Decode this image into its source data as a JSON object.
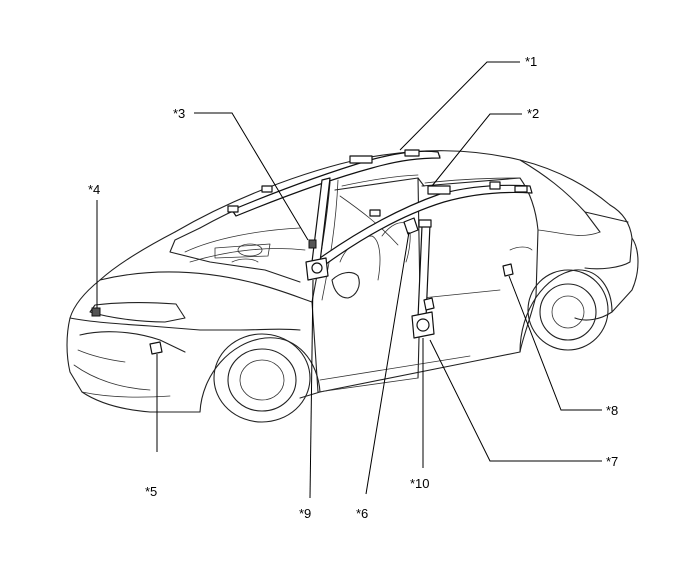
{
  "callouts": [
    {
      "id": "1",
      "text": "*1"
    },
    {
      "id": "2",
      "text": "*2"
    },
    {
      "id": "3",
      "text": "*3"
    },
    {
      "id": "4",
      "text": "*4"
    },
    {
      "id": "5",
      "text": "*5"
    },
    {
      "id": "6",
      "text": "*6"
    },
    {
      "id": "7",
      "text": "*7"
    },
    {
      "id": "8",
      "text": "*8"
    },
    {
      "id": "9",
      "text": "*9"
    },
    {
      "id": "10",
      "text": "*10"
    }
  ],
  "colors": {
    "line": "#222222",
    "background": "#ffffff"
  }
}
